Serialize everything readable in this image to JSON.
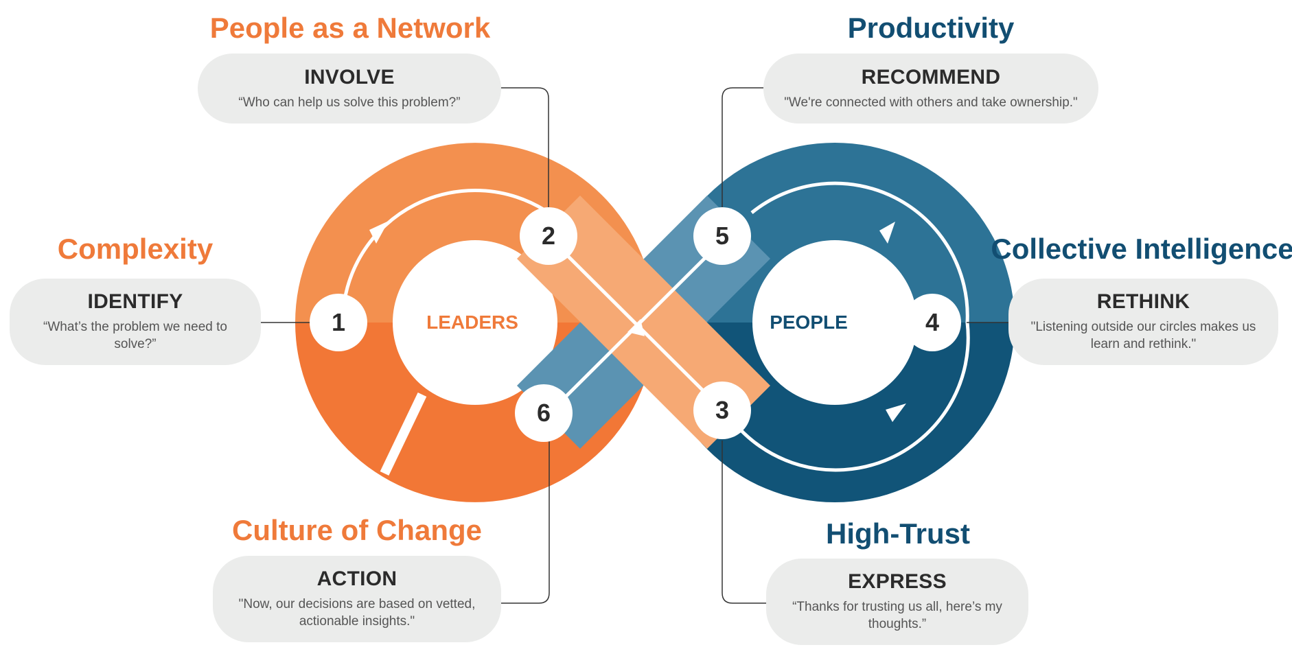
{
  "colors": {
    "orange_dark": "#f27736",
    "orange_mid": "#f3904f",
    "orange_light": "#f6a974",
    "blue_dark": "#115478",
    "blue_mid": "#2d7396",
    "blue_light": "#5b93b2",
    "pill_bg": "#ebeceb"
  },
  "left_loop": {
    "label": "LEADERS"
  },
  "right_loop": {
    "label": "PEOPLE"
  },
  "stages": [
    {
      "number": "1",
      "heading": "Complexity",
      "title": "IDENTIFY",
      "quote": "“What’s the problem we need to solve?”"
    },
    {
      "number": "2",
      "heading": "People as a Network",
      "title": "INVOLVE",
      "quote": "“Who can help us solve this problem?”"
    },
    {
      "number": "3",
      "heading": "High-Trust",
      "title": "EXPRESS",
      "quote": "“Thanks for trusting us all, here’s my thoughts.”"
    },
    {
      "number": "4",
      "heading": "Collective Intelligence",
      "title": "RETHINK",
      "quote": "\"Listening outside our circles makes us learn and rethink.\""
    },
    {
      "number": "5",
      "heading": "Productivity",
      "title": "RECOMMEND",
      "quote": "\"We're connected with others and take ownership.\""
    },
    {
      "number": "6",
      "heading": "Culture of Change",
      "title": "ACTION",
      "quote": "\"Now, our decisions are based on vetted, actionable insights.\""
    }
  ]
}
